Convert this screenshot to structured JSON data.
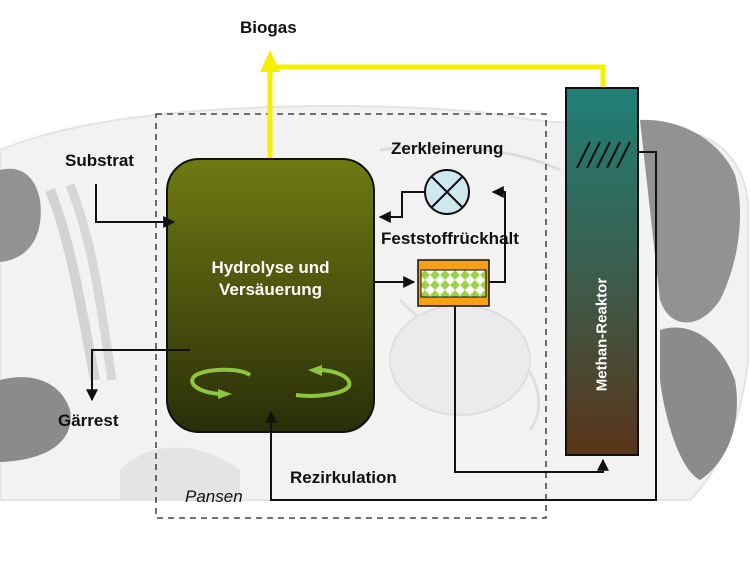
{
  "labels": {
    "biogas": "Biogas",
    "substrat": "Substrat",
    "zerkleinerung": "Zerkleinerung",
    "feststoff": "Feststoffrückhalt",
    "hydrolyse_line1": "Hydrolyse und",
    "hydrolyse_line2": "Versäuerung",
    "gaerrest": "Gärrest",
    "rezirkulation": "Rezirkulation",
    "pansen": "Pansen",
    "methan": "Methan-Reaktor"
  },
  "colors": {
    "biogas_line": "#f5f000",
    "hydrolyse_top": "#6f7a12",
    "hydrolyse_bottom": "#2a2e0a",
    "methan_top": "#1f8077",
    "methan_bottom": "#5a3418",
    "filter_orange": "#f5a016",
    "filter_green": "#9bd24a",
    "mixer_fill": "#cfe8f0",
    "swirl_green": "#8cc63f"
  },
  "icons": {
    "mixer": "circle-x-icon",
    "filter": "filter-icon",
    "swirl": "swirl-arrow-icon",
    "hatch": "hatch-icon"
  }
}
